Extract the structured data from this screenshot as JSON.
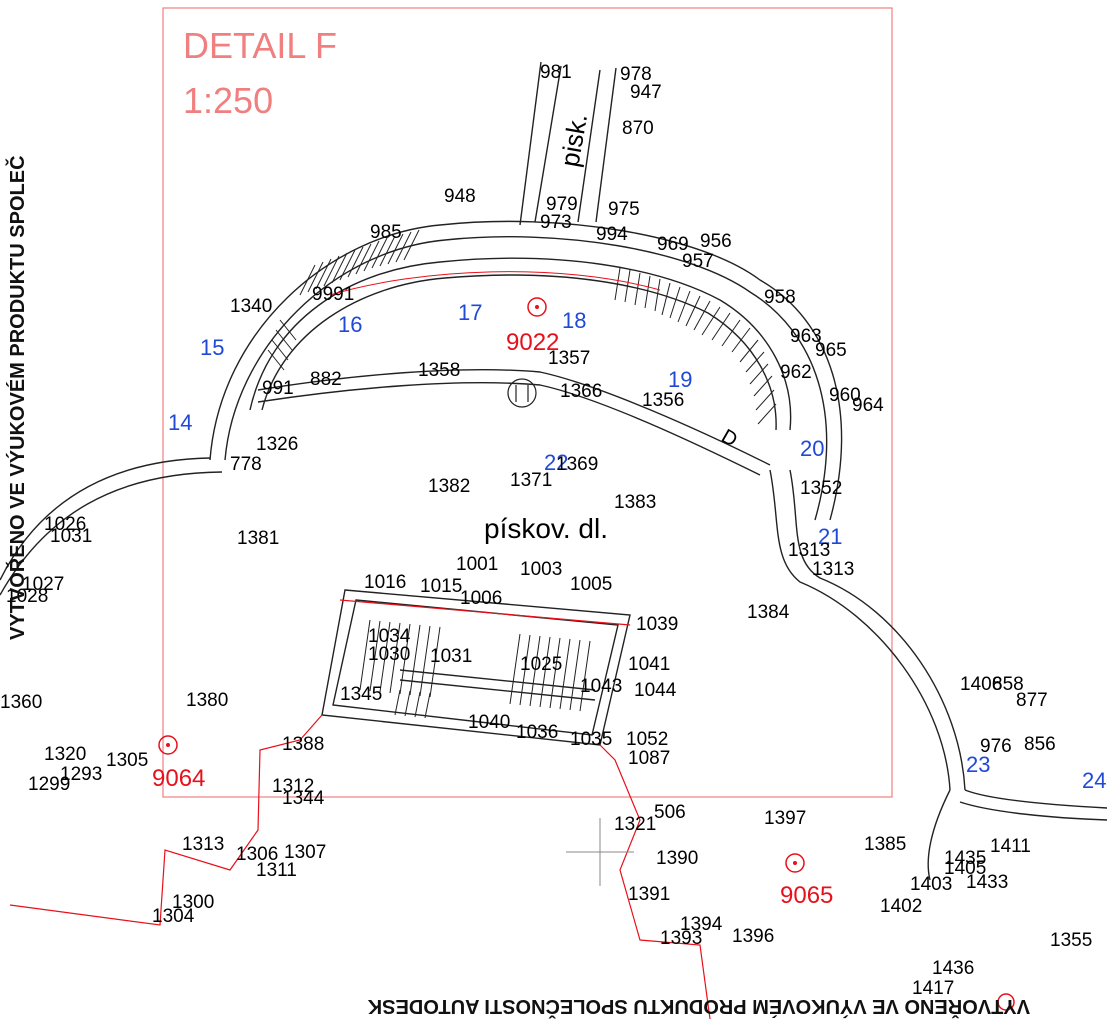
{
  "detail": {
    "title": "DETAIL F",
    "scale": "1:250"
  },
  "watermark": {
    "left": "VYTVOŘENO VE VÝUKOVÉM PRODUKTU SPOLEČ",
    "bottom": "VYTVOŘENO VE VÝUKOVÉM PRODUKTU SPOLEČNOSTI AUTODESK"
  },
  "area_label": "pískov. dl.",
  "vertical_labels": {
    "road": "pisk.",
    "d": "D"
  },
  "blue_labels": [
    "14",
    "15",
    "16",
    "17",
    "18",
    "19",
    "20",
    "21",
    "22",
    "23",
    "24"
  ],
  "red_points": [
    "9022",
    "9064",
    "9065"
  ],
  "point_numbers": [
    "981",
    "978",
    "947",
    "870",
    "975",
    "973",
    "994",
    "979",
    "948",
    "985",
    "969",
    "956",
    "957",
    "958",
    "963",
    "965",
    "960",
    "964",
    "962",
    "1358",
    "1357",
    "1366",
    "1356",
    "1352",
    "1313",
    "1313",
    "1382",
    "1369",
    "1371",
    "1383",
    "1381",
    "1384",
    "1380",
    "1028",
    "1026",
    "1031",
    "1027",
    "1001",
    "1003",
    "1005",
    "1006",
    "1016",
    "1015",
    "1039",
    "1041",
    "1044",
    "1043",
    "1040",
    "1036",
    "1035",
    "1034",
    "1030",
    "1031",
    "1025",
    "1052",
    "1087",
    "1388",
    "1345",
    "1344",
    "1312",
    "1313",
    "1306",
    "1307",
    "1311",
    "1300",
    "1304",
    "1305",
    "1320",
    "1293",
    "1299",
    "1360",
    "1321",
    "506",
    "1390",
    "1391",
    "1393",
    "1394",
    "1396",
    "1397",
    "1385",
    "1411",
    "1433",
    "1435",
    "1436",
    "1417",
    "1402",
    "1403",
    "1405",
    "1406",
    "858",
    "877",
    "976",
    "856",
    "778",
    "1326",
    "1340",
    "991",
    "9991",
    "882",
    "1355"
  ]
}
